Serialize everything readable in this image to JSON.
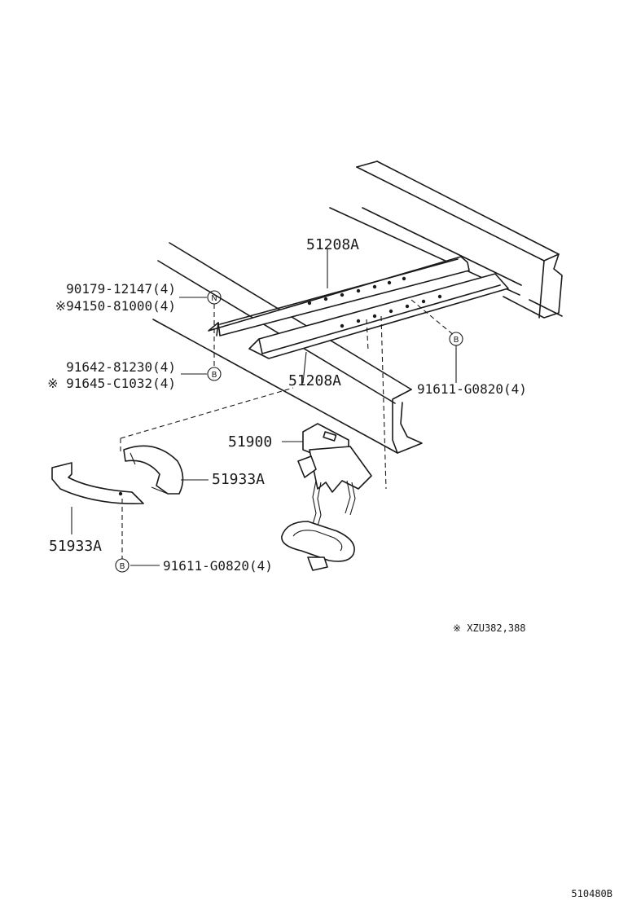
{
  "callouts": {
    "rail_upper": "51208A",
    "rail_lower": "51208A",
    "bolt_nut_a": "90179-12147(4)",
    "bolt_nut_b": "※94150-81000(4)",
    "bolt_c": "91642-81230(4)",
    "bolt_d": "※ 91645-C1032(4)",
    "bolt_right": "91611-G0820(4)",
    "carrier": "51900",
    "bracket_right": "51933A",
    "bracket_left": "51933A",
    "bolt_bottom": "91611-G0820(4)"
  },
  "markers": {
    "n": "N",
    "b": "B"
  },
  "note": "※  XZU382,388",
  "diagram_code": "510480B"
}
